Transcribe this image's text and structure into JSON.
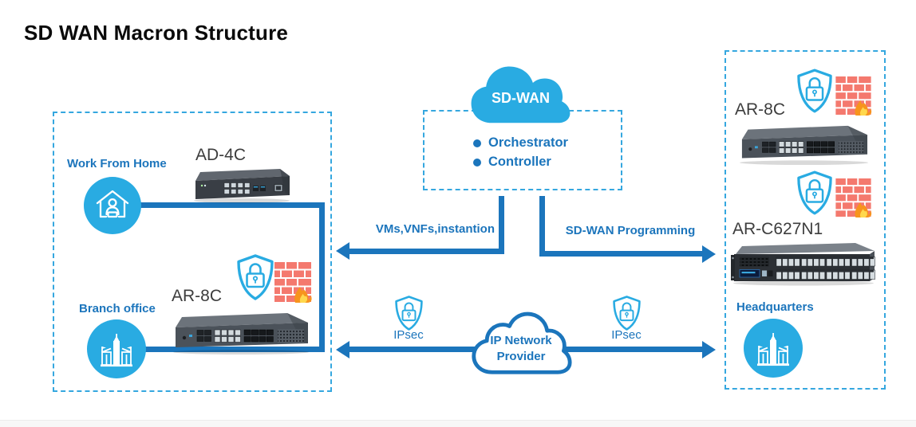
{
  "title": "SD WAN Macron Structure",
  "colors": {
    "line_blue": "#1B75BC",
    "light_blue": "#29ABE2",
    "label_blue": "#1C75BC",
    "device_label_gray": "#3D3D3D",
    "firewall_brick": "#F4796E",
    "flame_orange": "#F7941D",
    "flame_yellow": "#FFD84D"
  },
  "left_zone": {
    "work_from_home_label": "Work From Home",
    "ad4c_label": "AD-4C",
    "branch_office_label": "Branch office",
    "ar8c_label": "AR-8C"
  },
  "control_zone": {
    "cloud_label": "SD-WAN",
    "items": [
      {
        "label": "Orchestrator"
      },
      {
        "label": "Controller"
      }
    ]
  },
  "links": {
    "vms_label": "VMs,VNFs,instantion",
    "programming_label": "SD-WAN Programming",
    "ipsec_left_label": "IPsec",
    "ipsec_right_label": "IPsec",
    "ip_cloud_label_line1": "IP Network",
    "ip_cloud_label_line2": "Provider"
  },
  "right_zone": {
    "ar8c_label": "AR-8C",
    "arc627n1_label": "AR-C627N1",
    "headquarters_label": "Headquarters"
  }
}
